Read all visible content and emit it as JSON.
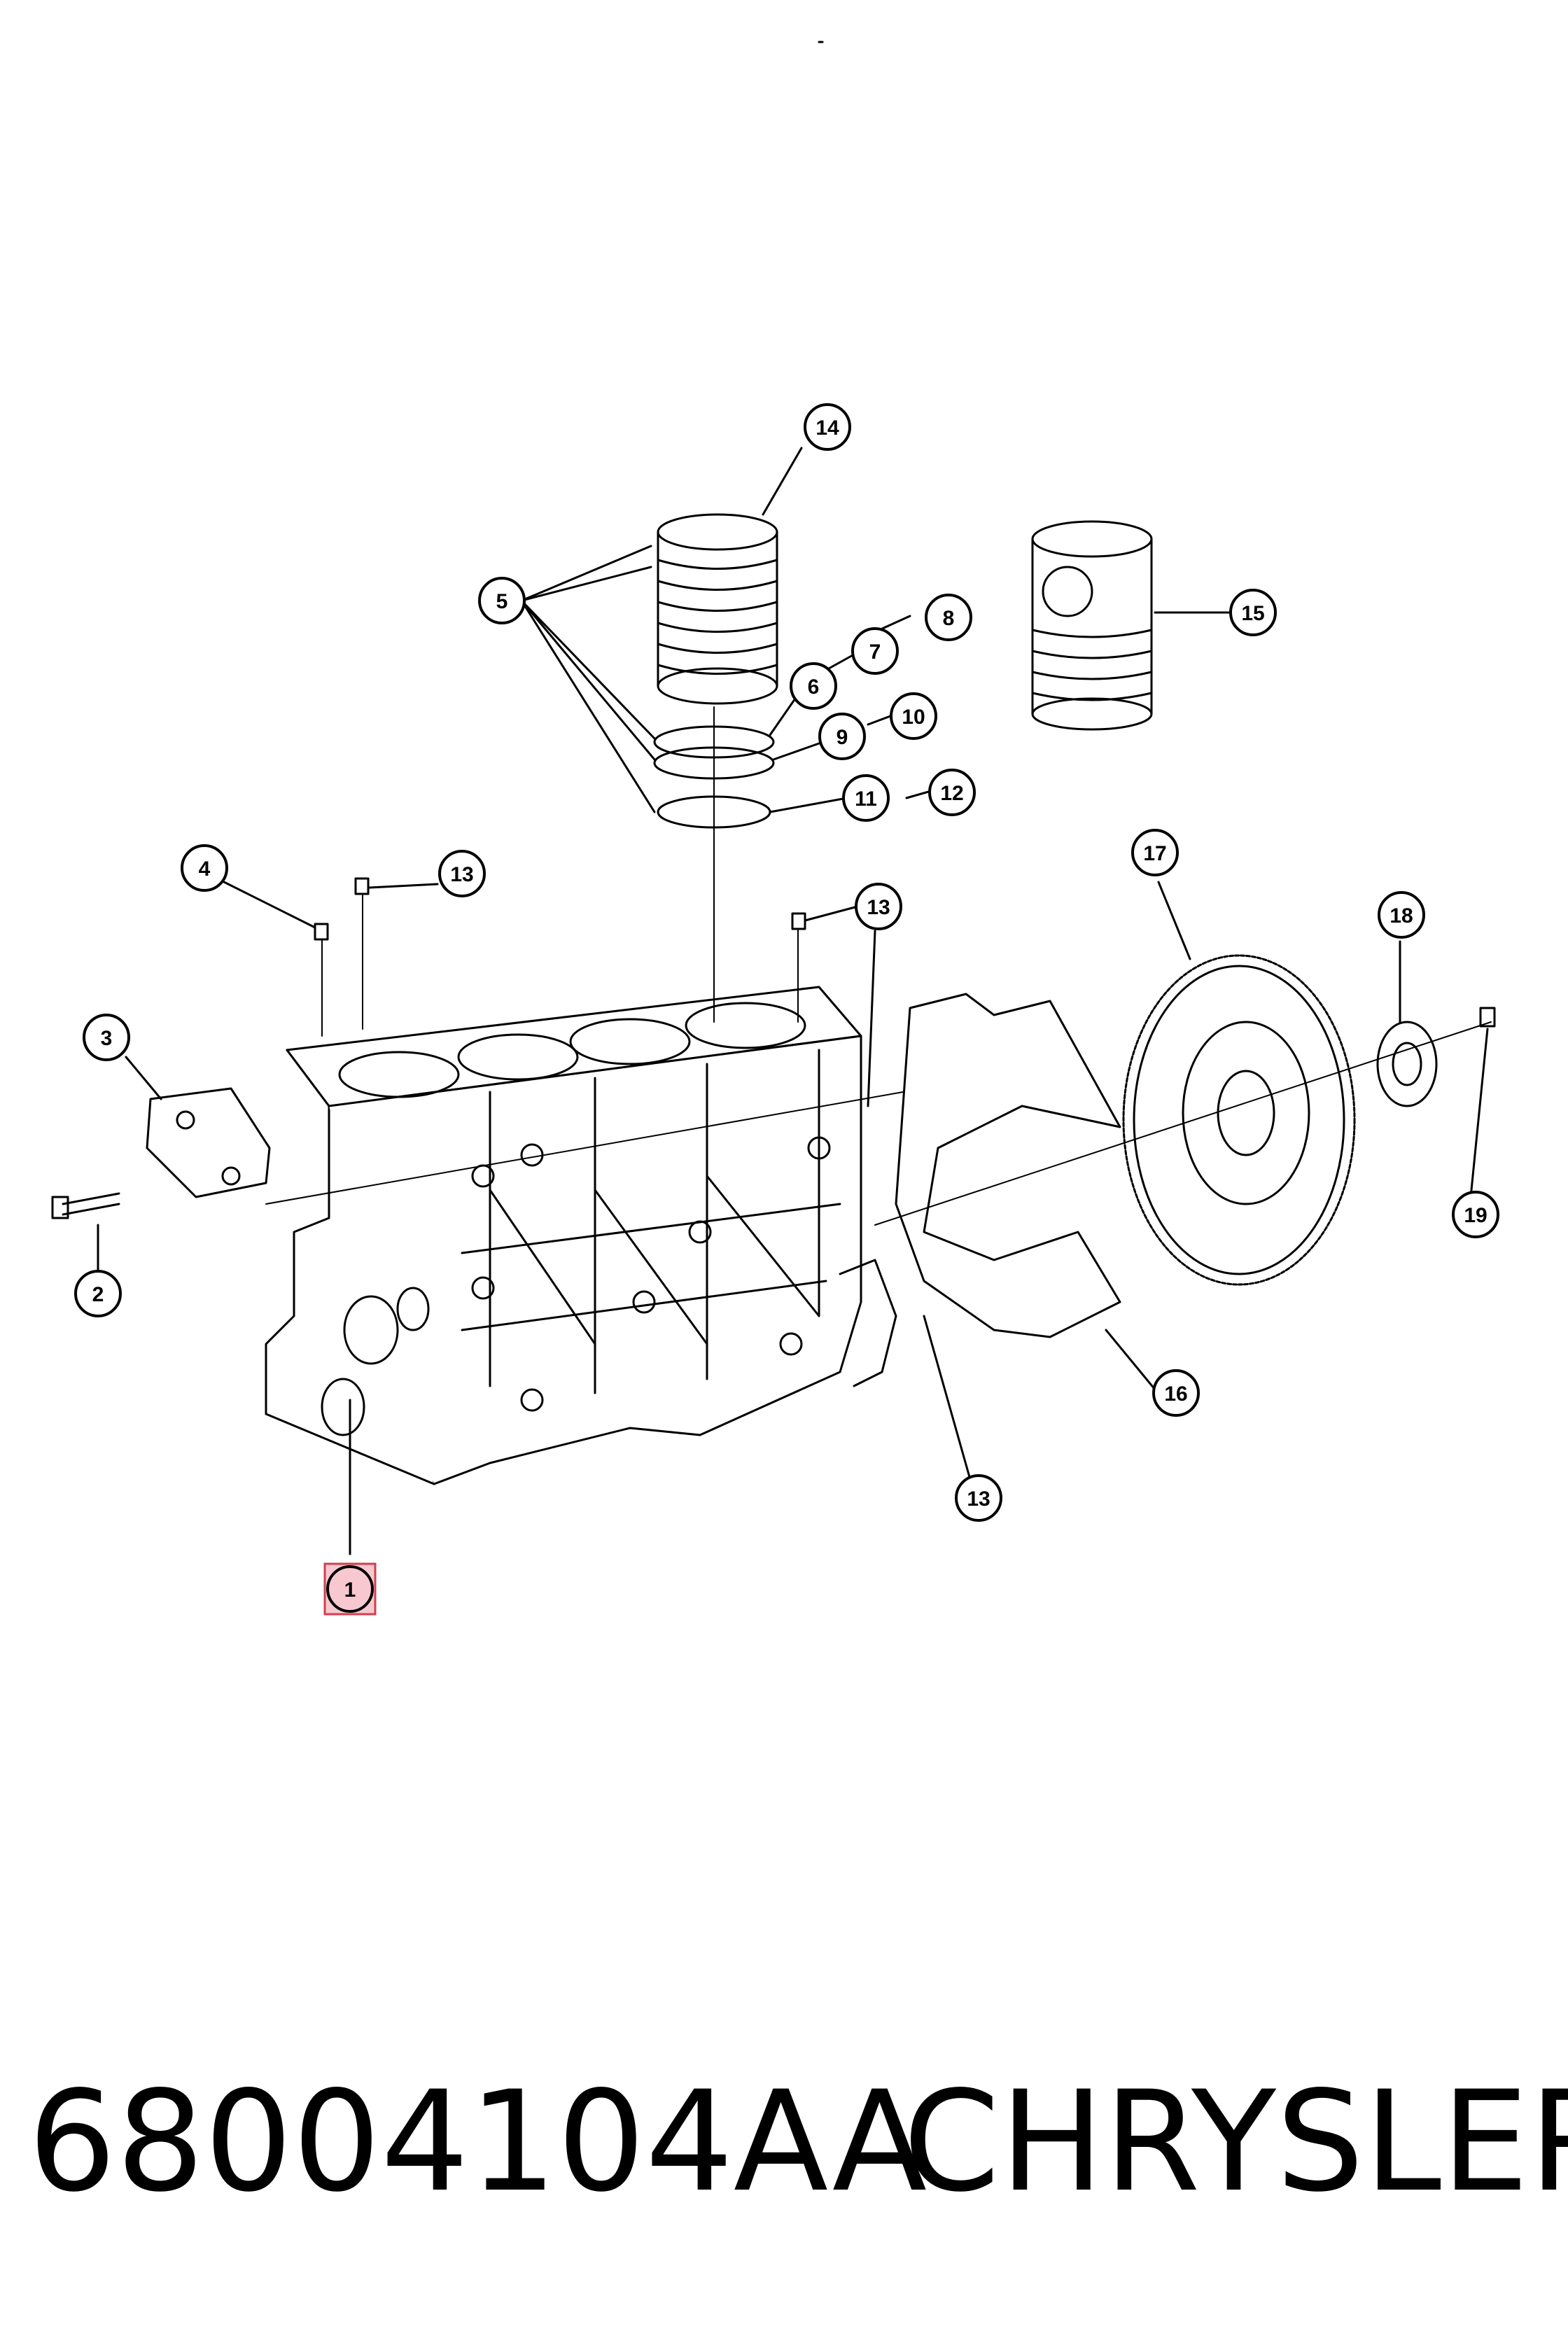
{
  "footer": {
    "part_number": "68004104AA",
    "brand": "CHRYSLER"
  },
  "callouts": [
    {
      "id": "c1",
      "label": "1",
      "highlighted": true
    },
    {
      "id": "c2",
      "label": "2"
    },
    {
      "id": "c3",
      "label": "3"
    },
    {
      "id": "c4",
      "label": "4"
    },
    {
      "id": "c5",
      "label": "5"
    },
    {
      "id": "c6",
      "label": "6"
    },
    {
      "id": "c7",
      "label": "7"
    },
    {
      "id": "c8",
      "label": "8"
    },
    {
      "id": "c9",
      "label": "9"
    },
    {
      "id": "c10",
      "label": "10"
    },
    {
      "id": "c11",
      "label": "11"
    },
    {
      "id": "c12",
      "label": "12"
    },
    {
      "id": "c13a",
      "label": "13"
    },
    {
      "id": "c13b",
      "label": "13"
    },
    {
      "id": "c13c",
      "label": "13"
    },
    {
      "id": "c14",
      "label": "14"
    },
    {
      "id": "c15",
      "label": "15"
    },
    {
      "id": "c16",
      "label": "16"
    },
    {
      "id": "c17",
      "label": "17"
    },
    {
      "id": "c18",
      "label": "18"
    },
    {
      "id": "c19",
      "label": "19"
    }
  ],
  "colors": {
    "line": "#000000",
    "highlight_fill": "#f8c8d0",
    "highlight_stroke": "#d04050"
  }
}
